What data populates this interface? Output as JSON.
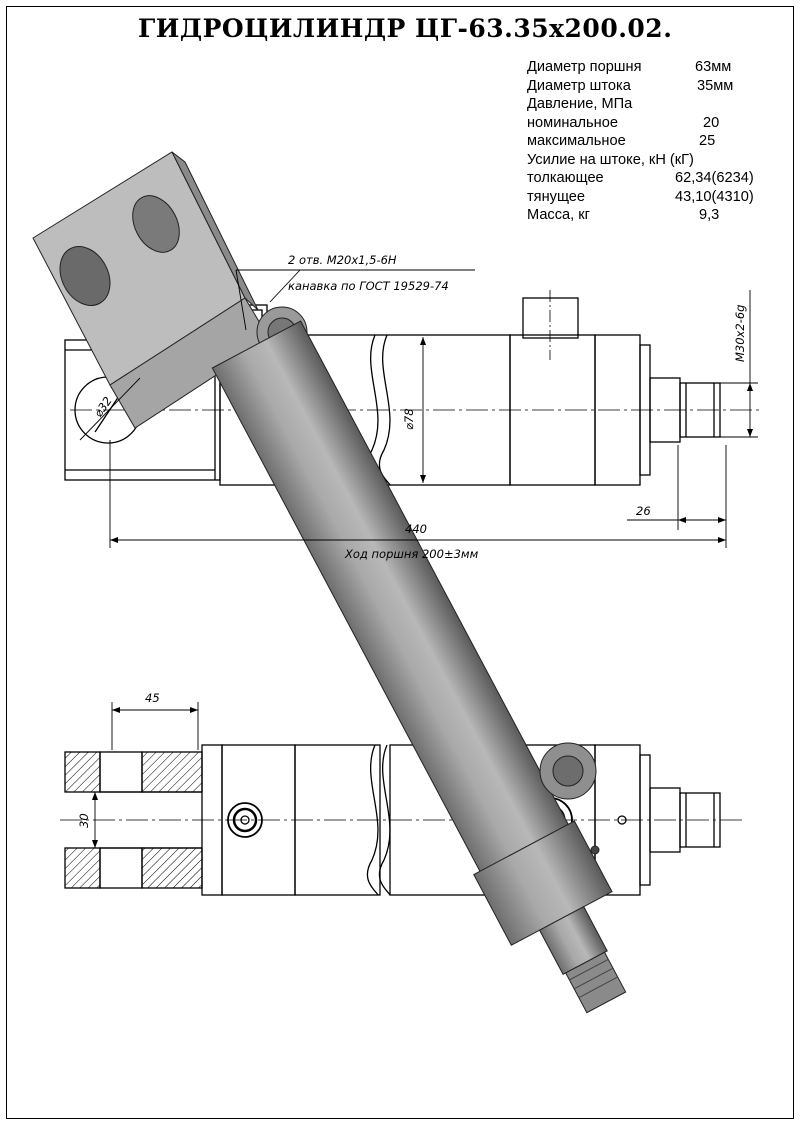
{
  "title": "ГИДРОЦИЛИНДР  ЦГ-63.35х200.02.",
  "specs": [
    {
      "label": "Диаметр поршня",
      "value": "63мм"
    },
    {
      "label": "Диаметр штока",
      "value": "35мм"
    },
    {
      "label": "Давление, МПа",
      "value": ""
    },
    {
      "label": "номинальное",
      "value": "20"
    },
    {
      "label": "максимальное",
      "value": "25"
    },
    {
      "label": "Усилие на штоке, кН (кГ)",
      "value": ""
    },
    {
      "label": "толкающее",
      "value": "62,34(6234)"
    },
    {
      "label": "тянущее",
      "value": "43,10(4310)"
    },
    {
      "label": "Масса, кг",
      "value": "9,3"
    }
  ],
  "annotations": {
    "ports": "2 отв. М20х1,5-6Н",
    "groove": "канавка по ГОСТ 19529-74",
    "thread": "М30х2-6g",
    "pin_diameter": "⌀32",
    "body_diameter": "⌀78",
    "dim_26": "26",
    "dim_440": "440",
    "stroke": "Ход поршня 200±3мм",
    "dim_45": "45",
    "dim_30": "30"
  }
}
